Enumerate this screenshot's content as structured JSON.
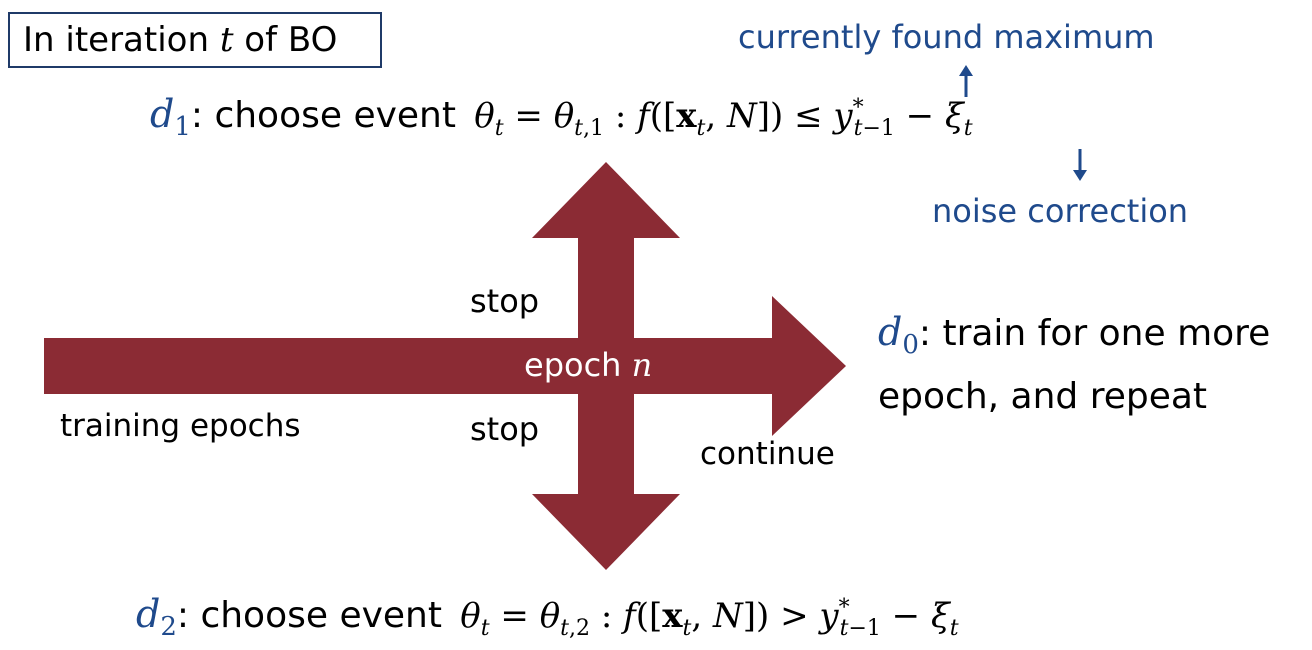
{
  "title": {
    "prefix": "In iteration ",
    "var": "t",
    "suffix": " of BO"
  },
  "d1": {
    "sym": "d",
    "sub": "1",
    "text": ": choose event",
    "eq": {
      "theta": "θ",
      "t": "t",
      "rel": "≤",
      "sub12": "t,1"
    }
  },
  "d2": {
    "sym": "d",
    "sub": "2",
    "text": ": choose event",
    "eq": {
      "theta": "θ",
      "t": "t",
      "rel": ">",
      "sub12": "t,2"
    }
  },
  "d0": {
    "sym": "d",
    "sub": "0",
    "line1": ": train for one more",
    "line2": "epoch, and repeat"
  },
  "annotations": {
    "max": "currently found maximum",
    "noise": "noise correction"
  },
  "labels": {
    "stop_top": "stop",
    "stop_bottom": "stop",
    "continue": "continue",
    "training": "training epochs",
    "epoch_word": "epoch ",
    "epoch_var": "n"
  },
  "colors": {
    "arrow": "#8b2b34",
    "accent": "#1f4a8c",
    "box": "#1f3a68"
  }
}
